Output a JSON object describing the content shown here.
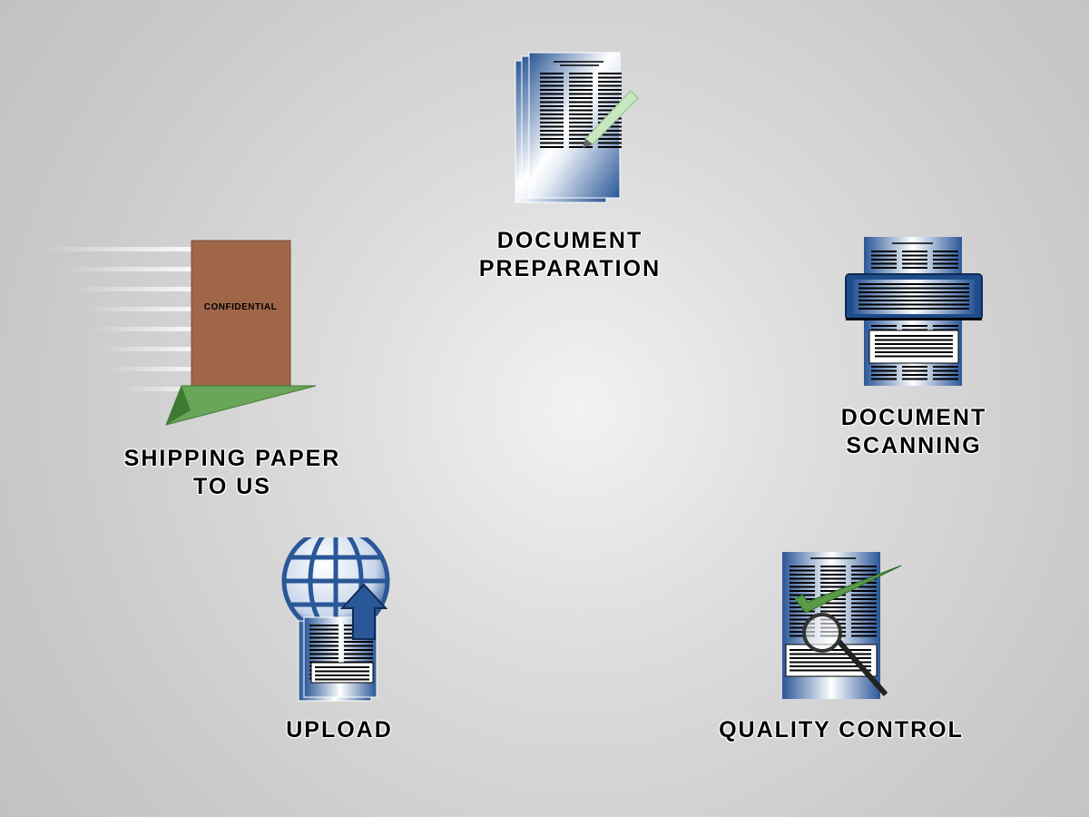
{
  "steps": [
    {
      "id": "document-preparation",
      "line1": "DOCUMENT",
      "line2": "PREPARATION"
    },
    {
      "id": "document-scanning",
      "line1": "DOCUMENT",
      "line2": "SCANNING"
    },
    {
      "id": "quality-control",
      "line1": "QUALITY CONTROL"
    },
    {
      "id": "upload",
      "line1": "UPLOAD"
    },
    {
      "id": "shipping-paper",
      "line1": "SHIPPING PAPER",
      "line2": "TO US",
      "folder_text": "CONFIDENTIAL"
    }
  ],
  "colors": {
    "doc_blue": "#2a5797",
    "folder": "#a0664a",
    "plane": "#5b9a4a",
    "check": "#5a9a48"
  }
}
